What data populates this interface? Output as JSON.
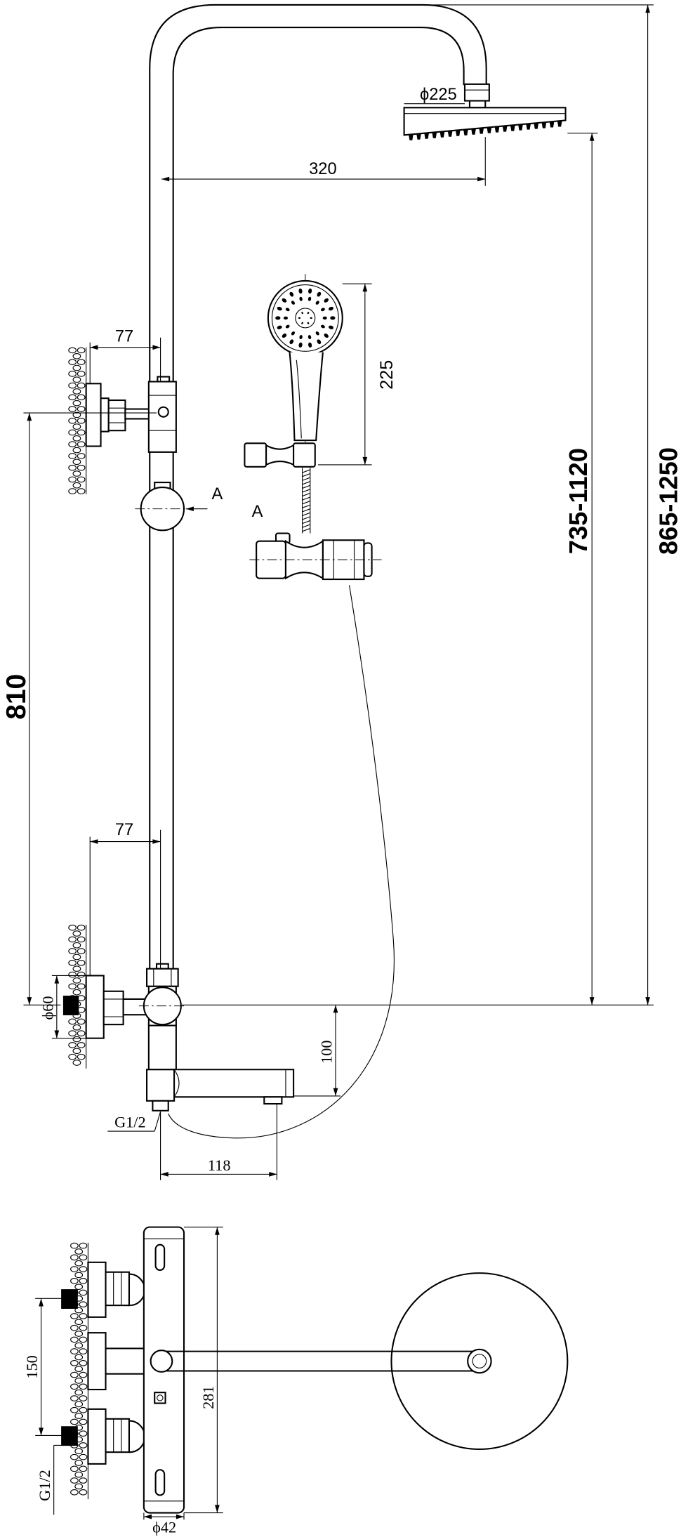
{
  "front_view": {
    "shower_head_diameter": "ϕ225",
    "arm_projection": "320",
    "upper_bracket_offset": "77",
    "hand_shower_length": "225",
    "section_marker": "A",
    "section_view_label": "A",
    "head_height_range": "735-1120",
    "total_height_range": "865-1250",
    "bracket_spacing": "810",
    "lower_bracket_offset": "77",
    "inlet_diameter": "ϕ60",
    "spout_drop": "100",
    "inlet_thread": "G1/2",
    "spout_reach": "118"
  },
  "plan_view": {
    "inlet_spacing": "150",
    "body_length": "281",
    "inlet_thread": "G1/2",
    "body_diameter": "ϕ42"
  },
  "colors": {
    "line": "#000000",
    "background": "#ffffff"
  }
}
